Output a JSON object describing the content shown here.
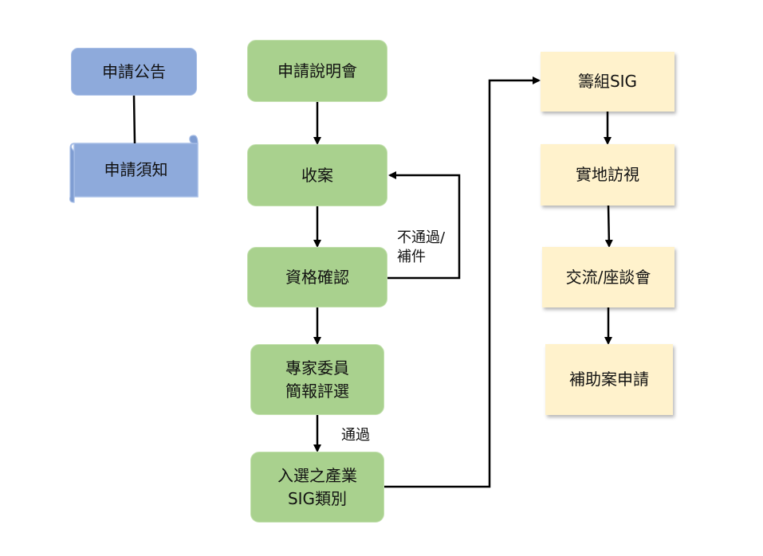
{
  "nodes": {
    "announcement": "申請公告",
    "notice": "申請須知",
    "briefing": "申請說明會",
    "receive": "收案",
    "qualification": "資格確認",
    "expert_review": "專家委員\n簡報評選",
    "selected": "入選之產業\nSIG類別",
    "form_sig": "籌組SIG",
    "site_visit": "實地訪視",
    "exchange": "交流/座談會",
    "subsidy": "補助案申請"
  },
  "edge_labels": {
    "fail_resubmit": "不通過/\n補件",
    "pass": "通過"
  },
  "colors": {
    "blue": "#8eaadb",
    "green": "#a9d18e",
    "yellow": "#fff2cc",
    "line": "#000000"
  }
}
